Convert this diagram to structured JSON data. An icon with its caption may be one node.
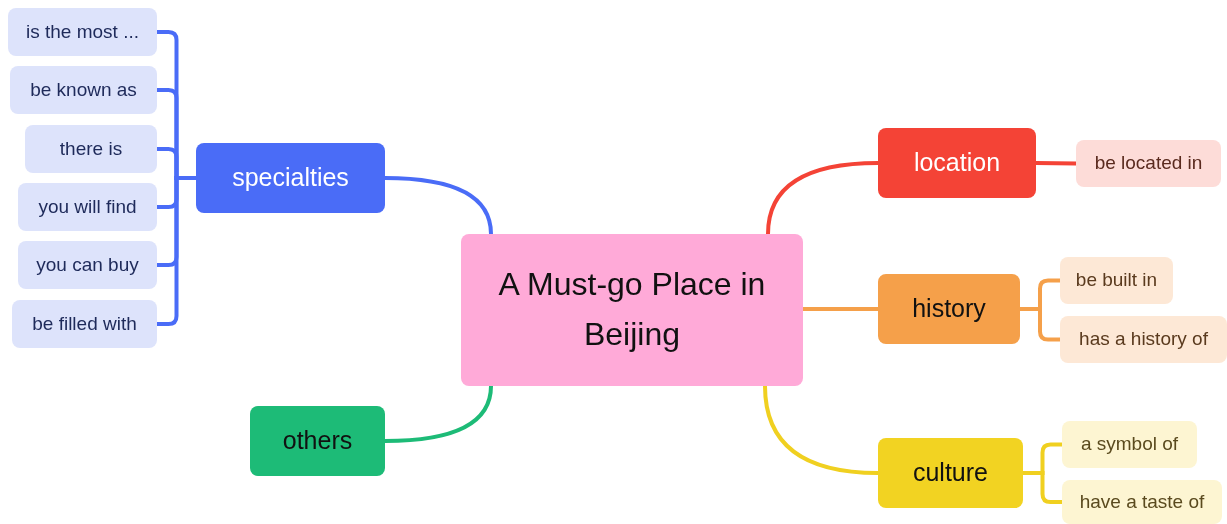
{
  "diagram": {
    "nodes": [
      {
        "text": [
          "A Must-go Place in Beijing"
        ]
      },
      {
        "text": [
          "specialties"
        ]
      },
      {
        "text": [
          "is the most ..."
        ]
      },
      {
        "text": [
          "be known as"
        ]
      },
      {
        "text": [
          "there is"
        ]
      },
      {
        "text": [
          "you will find"
        ]
      },
      {
        "text": [
          "you can buy"
        ]
      },
      {
        "text": [
          "be filled with"
        ]
      },
      {
        "text": [
          "others"
        ]
      },
      {
        "text": [
          "location"
        ]
      },
      {
        "text": [
          "be located in"
        ]
      },
      {
        "text": [
          "history"
        ]
      },
      {
        "text": [
          "be built in"
        ]
      },
      {
        "text": [
          "has a history of"
        ]
      },
      {
        "text": [
          "culture"
        ]
      },
      {
        "text": [
          "a symbol of"
        ]
      },
      {
        "text": [
          "have a taste of"
        ]
      }
    ],
    "edges": [
      {
        "from": 0,
        "to": 1,
        "arrow": "none"
      },
      {
        "from": 1,
        "to": 2,
        "arrow": "none"
      },
      {
        "from": 1,
        "to": 3,
        "arrow": "none"
      },
      {
        "from": 1,
        "to": 4,
        "arrow": "none"
      },
      {
        "from": 1,
        "to": 5,
        "arrow": "none"
      },
      {
        "from": 1,
        "to": 6,
        "arrow": "none"
      },
      {
        "from": 1,
        "to": 7,
        "arrow": "none"
      },
      {
        "from": 0,
        "to": 8,
        "arrow": "none",
        "color": "#1dbb77"
      },
      {
        "from": 0,
        "to": 9,
        "arrow": "none",
        "color": "#f44336"
      },
      {
        "from": 9,
        "to": 10,
        "arrow": "none",
        "color": "#f44336"
      },
      {
        "from": 0,
        "to": 11,
        "arrow": "none",
        "color": "#f5a04a"
      },
      {
        "from": 11,
        "to": 12,
        "arrow": "none",
        "color": "#f5a04a"
      },
      {
        "from": 11,
        "to": 13,
        "arrow": "none",
        "color": "#f5a04a"
      },
      {
        "from": 0,
        "to": 14,
        "arrow": "none",
        "color": "#f0d020"
      },
      {
        "from": 14,
        "to": 15,
        "arrow": "none",
        "color": "#f0d020"
      },
      {
        "from": 14,
        "to": 16,
        "arrow": "none",
        "color": "#f0d020"
      }
    ]
  }
}
